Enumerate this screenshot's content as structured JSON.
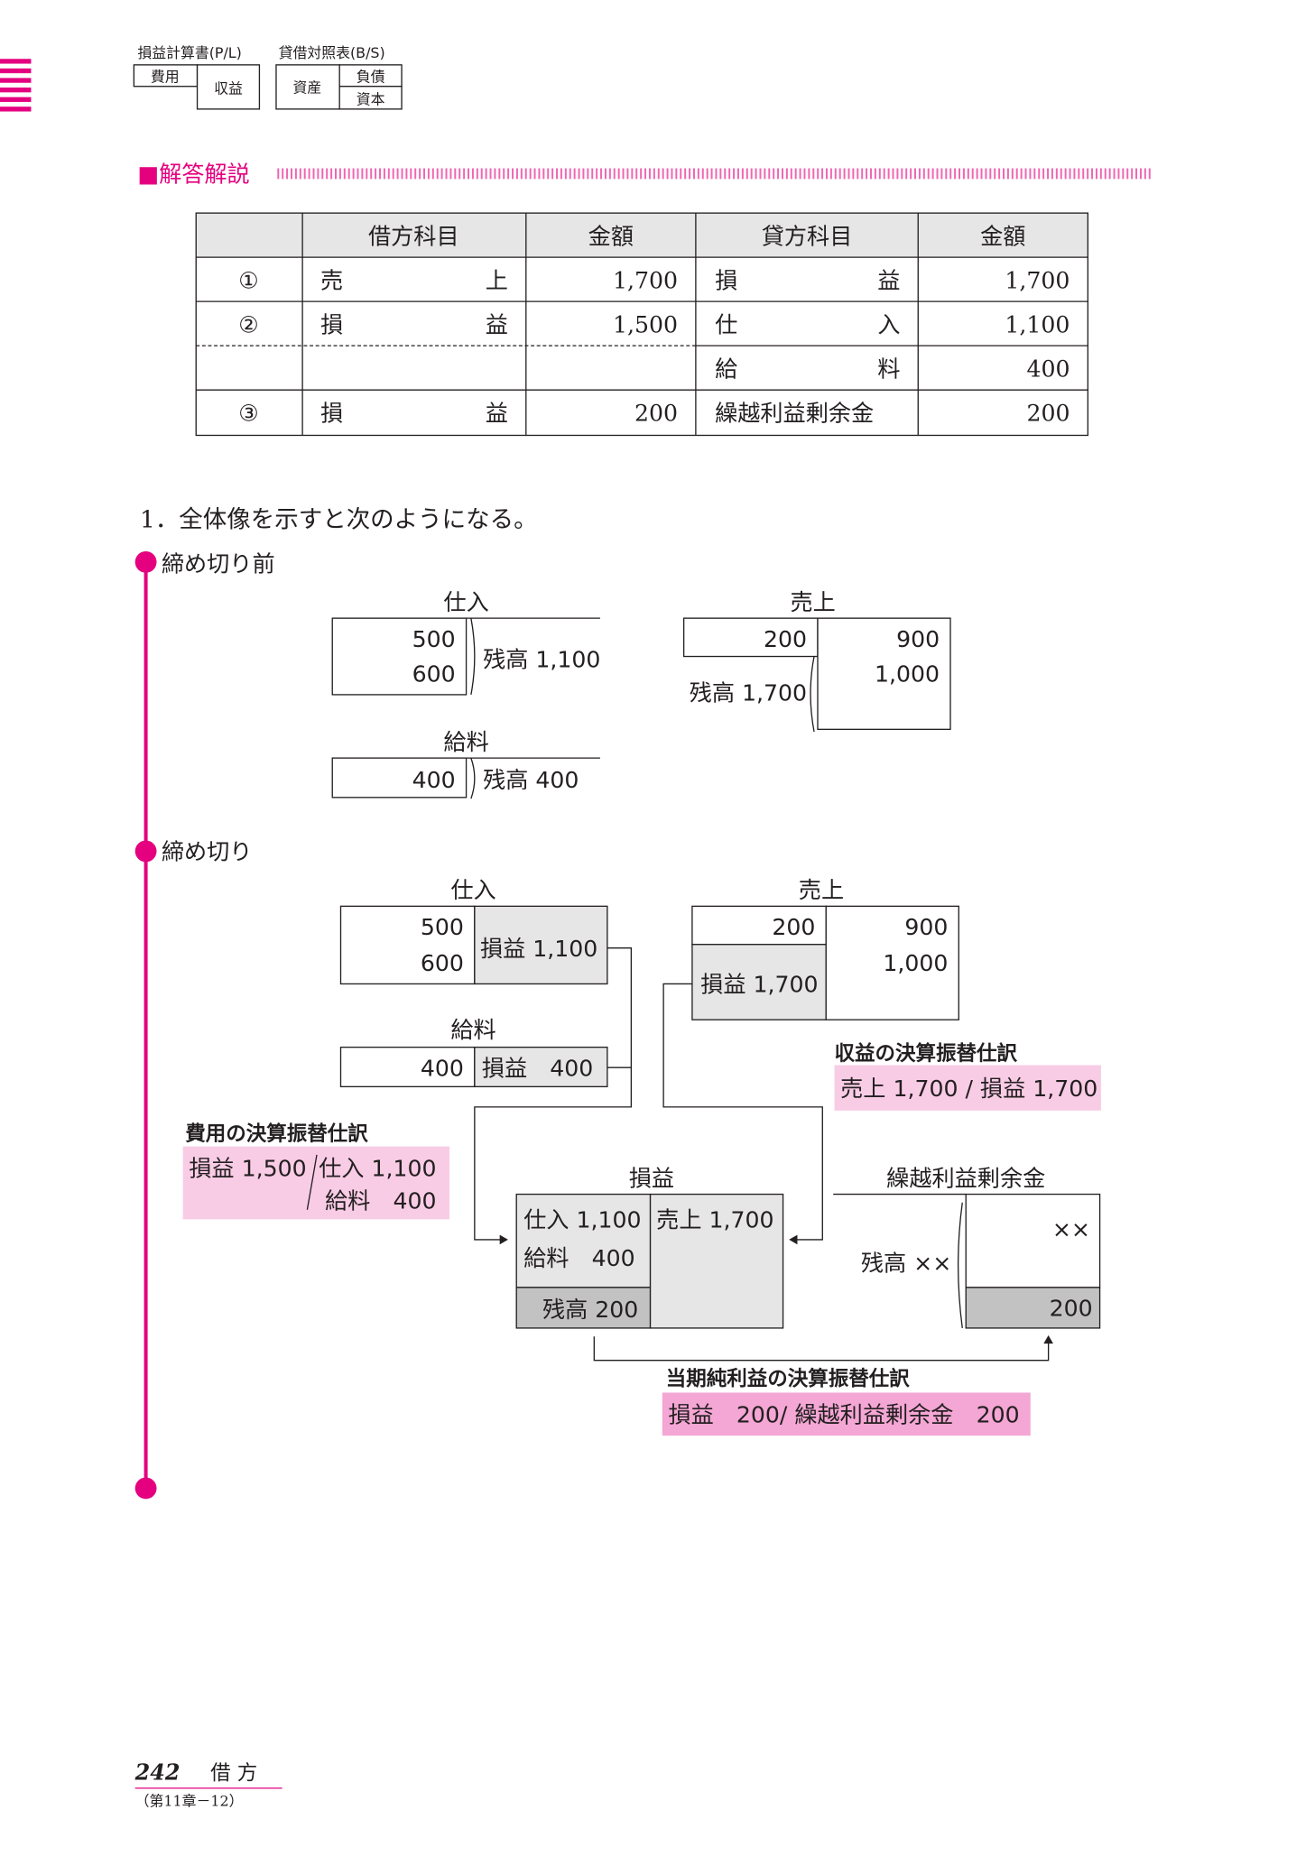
{
  "header": {
    "pl_title": "損益計算書(P/L)",
    "pl_expense": "費用",
    "pl_revenue": "収益",
    "bs_title": "貸借対照表(B/S)",
    "bs_assets": "資産",
    "bs_liabilities": "負債",
    "bs_equity": "資本"
  },
  "section_title": "■解答解説",
  "journal_table": {
    "headers": [
      "",
      "借方科目",
      "金額",
      "貸方科目",
      "金額"
    ],
    "rows": [
      {
        "no": "①",
        "debit_l": "売",
        "debit_r": "上",
        "debit_amt": "1,700",
        "credit_l": "損",
        "credit_r": "益",
        "credit_amt": "1,700"
      },
      {
        "no": "②",
        "debit_l": "損",
        "debit_r": "益",
        "debit_amt": "1,500",
        "credit_l": "仕",
        "credit_r": "入",
        "credit_amt": "1,100"
      },
      {
        "no": "",
        "debit_l": "",
        "debit_r": "",
        "debit_amt": "",
        "credit_l": "給",
        "credit_r": "料",
        "credit_amt": "400"
      },
      {
        "no": "③",
        "debit_l": "損",
        "debit_r": "益",
        "debit_amt": "200",
        "credit_full": "繰越利益剰余金",
        "credit_amt": "200"
      }
    ]
  },
  "intro": "1．全体像を示すと次のようになる。",
  "before_closing": {
    "title": "締め切り前",
    "purchases": {
      "label": "仕入",
      "debits": [
        "500",
        "600"
      ],
      "balance": "残高 1,100"
    },
    "sales": {
      "label": "売上",
      "debit": "200",
      "credits": [
        "900",
        "1,000"
      ],
      "balance": "残高 1,700"
    },
    "salaries": {
      "label": "給料",
      "debit": "400",
      "balance": "残高 400"
    }
  },
  "closing": {
    "title": "締め切り",
    "purchases": {
      "label": "仕入",
      "debits": [
        "500",
        "600"
      ],
      "credit": "損益 1,100"
    },
    "sales": {
      "label": "売上",
      "debit": "200",
      "debit_closing": "損益 1,700",
      "credits": [
        "900",
        "1,000"
      ]
    },
    "salaries": {
      "label": "給料",
      "debit": "400",
      "credit": "損益　400"
    },
    "revenue_entry": {
      "title": "収益の決算振替仕訳",
      "text": "売上 1,700 / 損益 1,700"
    },
    "expense_entry": {
      "title": "費用の決算振替仕訳",
      "debit": "損益 1,500",
      "credit1": "仕入 1,100",
      "credit2": "給料　400"
    },
    "income_summary": {
      "label": "損益",
      "debit1": "仕入 1,100",
      "debit2": "給料　400",
      "balance": "残高 200",
      "credit": "売上 1,700"
    },
    "retained_earnings": {
      "label": "繰越利益剰余金",
      "balance": "残高 ××",
      "credit": "××",
      "credit_added": "200"
    },
    "net_income_entry": {
      "title": "当期純利益の決算振替仕訳",
      "text": "損益　200/ 繰越利益剰余金　200"
    }
  },
  "footer": {
    "page": "242",
    "side": "借 方",
    "ref": "（第11章－12）"
  },
  "colors": {
    "accent": "#e4007f",
    "pink_light": "#f9cce6",
    "pink_dark": "#f4a6d4",
    "gray_light": "#e6e6e6",
    "gray_dark": "#c2c2c2"
  }
}
